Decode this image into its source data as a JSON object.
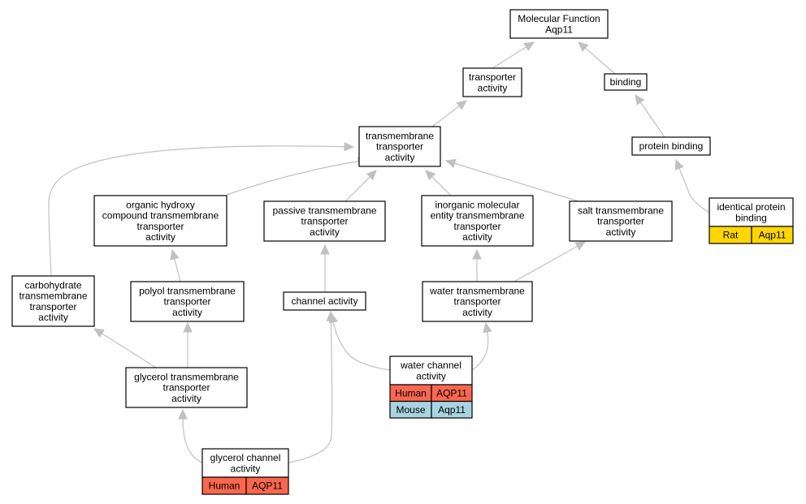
{
  "colors": {
    "human": "#f96750",
    "mouse": "#a8d4e0",
    "rat": "#ffd700",
    "edge": "#c0c0c0"
  },
  "nodes": {
    "molecular_function": {
      "lines": [
        "Molecular Function",
        "Aqp11"
      ]
    },
    "transporter_activity": {
      "lines": [
        "transporter",
        "activity"
      ]
    },
    "binding": {
      "lines": [
        "binding"
      ]
    },
    "transmembrane_transporter_activity": {
      "lines": [
        "transmembrane",
        "transporter",
        "activity"
      ]
    },
    "protein_binding": {
      "lines": [
        "protein binding"
      ]
    },
    "organic_hydroxy": {
      "lines": [
        "organic hydroxy",
        "compound transmembrane",
        "transporter",
        "activity"
      ]
    },
    "passive_transmembrane": {
      "lines": [
        "passive transmembrane",
        "transporter",
        "activity"
      ]
    },
    "inorganic_molecular": {
      "lines": [
        "inorganic molecular",
        "entity transmembrane",
        "transporter",
        "activity"
      ]
    },
    "salt_transmembrane": {
      "lines": [
        "salt transmembrane",
        "transporter",
        "activity"
      ]
    },
    "identical_protein_binding": {
      "lines": [
        "identical protein",
        "binding"
      ],
      "annotations": [
        {
          "species": "Rat",
          "gene": "Aqp11",
          "color": "rat"
        }
      ]
    },
    "carbohydrate_transmembrane": {
      "lines": [
        "carbohydrate",
        "transmembrane",
        "transporter",
        "activity"
      ]
    },
    "polyol_transmembrane": {
      "lines": [
        "polyol transmembrane",
        "transporter",
        "activity"
      ]
    },
    "channel_activity": {
      "lines": [
        "channel activity"
      ]
    },
    "water_transmembrane": {
      "lines": [
        "water transmembrane",
        "transporter",
        "activity"
      ]
    },
    "glycerol_transmembrane": {
      "lines": [
        "glycerol transmembrane",
        "transporter",
        "activity"
      ]
    },
    "water_channel": {
      "lines": [
        "water channel",
        "activity"
      ],
      "annotations": [
        {
          "species": "Human",
          "gene": "AQP11",
          "color": "human"
        },
        {
          "species": "Mouse",
          "gene": "Aqp11",
          "color": "mouse"
        }
      ]
    },
    "glycerol_channel": {
      "lines": [
        "glycerol channel",
        "activity"
      ],
      "annotations": [
        {
          "species": "Human",
          "gene": "AQP11",
          "color": "human"
        }
      ]
    }
  }
}
